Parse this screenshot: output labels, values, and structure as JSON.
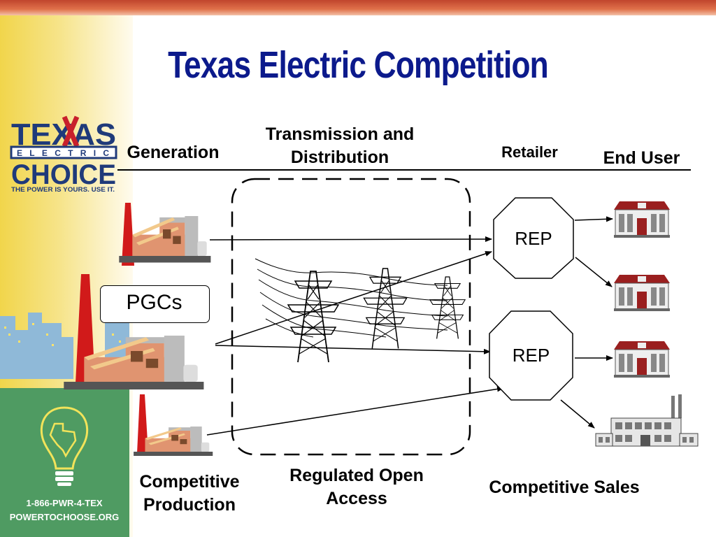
{
  "slide": {
    "title": "Texas Electric Competition"
  },
  "logo": {
    "line1": "TEXAS",
    "line2": "ELECTRIC",
    "line3": "CHOICE",
    "tagline": "THE POWER IS YOURS. USE IT."
  },
  "sidebar": {
    "phone": "1-866-PWR-4-TEX",
    "website": "POWERTOCHOOSE.ORG"
  },
  "headers": {
    "generation": "Generation",
    "transmission": "Transmission and Distribution",
    "retailer": "Retailer",
    "end_user": "End User"
  },
  "diagram": {
    "pgcs_label": "PGCs",
    "rep1_label": "REP",
    "rep2_label": "REP"
  },
  "footer": {
    "production": "Competitive Production",
    "access": "Regulated Open Access",
    "sales": "Competitive Sales"
  },
  "colors": {
    "title": "#0c1a8c",
    "smokestack": "#d11a1a",
    "plant": "#e09470",
    "building_roof": "#9a1f1f",
    "sidebar_green": "#4f9b62",
    "sidebar_yellow": "#f1d54b"
  }
}
